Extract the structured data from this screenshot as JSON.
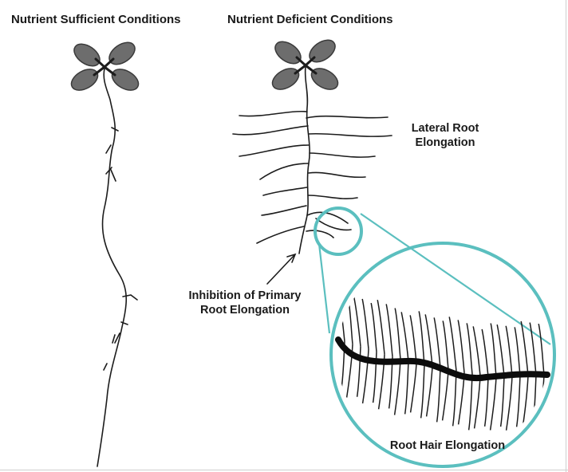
{
  "headers": {
    "left": "Nutrient Sufficient Conditions",
    "right": "Nutrient Deficient Conditions"
  },
  "annotations": {
    "lateral_root_line1": "Lateral Root",
    "lateral_root_line2": "Elongation",
    "primary_root_line1": "Inhibition of Primary",
    "primary_root_line2": "Root Elongation",
    "root_hair": "Root Hair Elongation"
  },
  "colors": {
    "leaf_fill": "#6d6d6d",
    "leaf_stroke": "#3a3a3a",
    "root": "#1c1c1c",
    "magnifier": "#5bbfbf"
  }
}
